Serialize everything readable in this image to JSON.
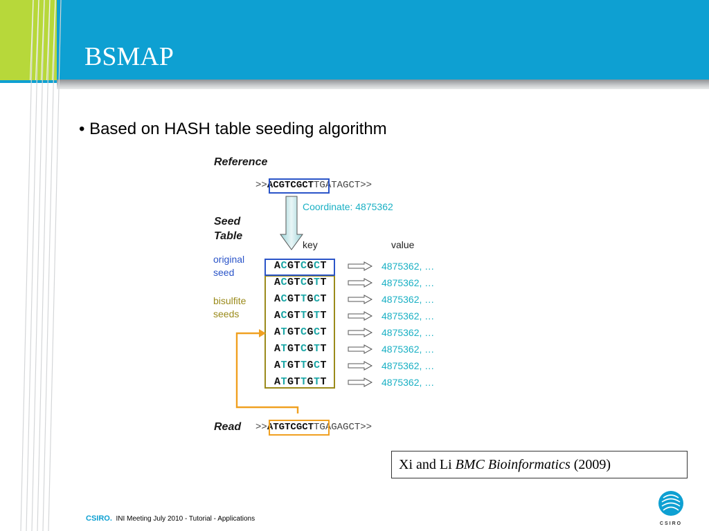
{
  "slide": {
    "title": "BSMAP",
    "bullet": "Based on HASH table seeding algorithm"
  },
  "figure": {
    "reference_label": "Reference",
    "reference_prefix": ">>",
    "reference_seed": "ACGTCGCT",
    "reference_rest": "TGATAGCT>>",
    "coordinate": "Coordinate: 4875362",
    "seed_table_label_1": "Seed",
    "seed_table_label_2": "Table",
    "key_header": "key",
    "value_header": "value",
    "original_seed_1": "original",
    "original_seed_2": "seed",
    "bisulfite_1": "bisulfite",
    "bisulfite_2": "seeds",
    "rows": [
      {
        "seq": [
          "A",
          "C",
          "GT",
          "C",
          "G",
          "C",
          "T"
        ],
        "value": "4875362, …"
      },
      {
        "seq": [
          "A",
          "C",
          "GT",
          "C",
          "G",
          "T",
          "T"
        ],
        "value": "4875362, …"
      },
      {
        "seq": [
          "A",
          "C",
          "GT",
          "T",
          "G",
          "C",
          "T"
        ],
        "value": "4875362, …"
      },
      {
        "seq": [
          "A",
          "C",
          "GT",
          "T",
          "G",
          "T",
          "T"
        ],
        "value": "4875362, …"
      },
      {
        "seq": [
          "A",
          "T",
          "GT",
          "C",
          "G",
          "C",
          "T"
        ],
        "value": "4875362, …"
      },
      {
        "seq": [
          "A",
          "T",
          "GT",
          "C",
          "G",
          "T",
          "T"
        ],
        "value": "4875362, …"
      },
      {
        "seq": [
          "A",
          "T",
          "GT",
          "T",
          "G",
          "C",
          "T"
        ],
        "value": "4875362, …"
      },
      {
        "seq": [
          "A",
          "T",
          "GT",
          "T",
          "G",
          "T",
          "T"
        ],
        "value": "4875362, …"
      }
    ],
    "read_label": "Read",
    "read_prefix": ">>",
    "read_seed": "ATGTCGCT",
    "read_rest": "TGAGAGCT>>"
  },
  "citation": {
    "authors": "Xi and Li ",
    "journal": "BMC Bioinformatics",
    "year": " (2009)"
  },
  "footer": {
    "brand": "CSIRO.",
    "text": "INI Meeting July 2010 - Tutorial - Applications"
  },
  "logo": {
    "text": "CSIRO"
  },
  "colors": {
    "header_blue": "#0ea0d2",
    "lime": "#b7d83a",
    "seed_blue": "#2a54c8",
    "bisulfite_olive": "#9a8a1a",
    "read_orange": "#f0a020",
    "value_cyan": "#1ab0c4"
  }
}
